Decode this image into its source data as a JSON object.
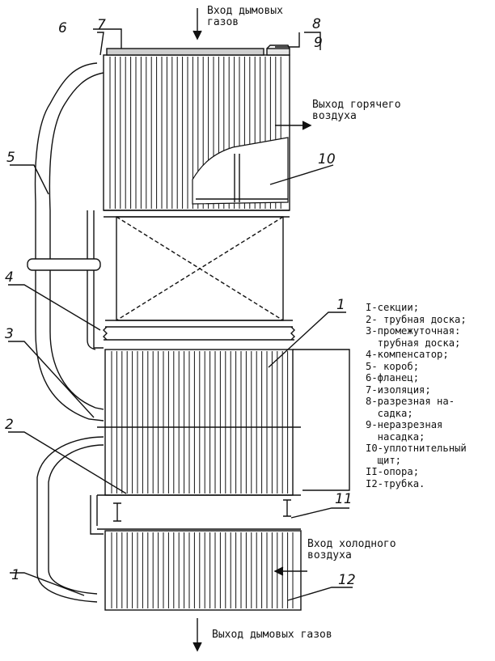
{
  "labels": {
    "flue_gas_in": "Вход дымовых\nгазов",
    "hot_air_out": "Выход горячего\nвоздуха",
    "cold_air_in": "Вход холодного\nвоздуха",
    "flue_gas_out": "Выход дымовых газов"
  },
  "callouts": {
    "n1a": "1",
    "n1b": "1",
    "n2": "2",
    "n3": "3",
    "n4": "4",
    "n5": "5",
    "n6": "6",
    "n7": "7",
    "n8": "8",
    "n9": "9",
    "n10": "10",
    "n11": "11",
    "n12": "12"
  },
  "legend": [
    "I-секции;",
    "2- трубная доска;",
    "3-промежуточная:",
    "  трубная доска;",
    "4-компенсатор;",
    "5- короб;",
    "6-фланец;",
    "7-изоляция;",
    "8-разрезная на-",
    "  садка;",
    "9-неразрезная",
    "  насадка;",
    "I0-уплотнительный",
    "  щит;",
    "II-опора;",
    "I2-трубка."
  ]
}
